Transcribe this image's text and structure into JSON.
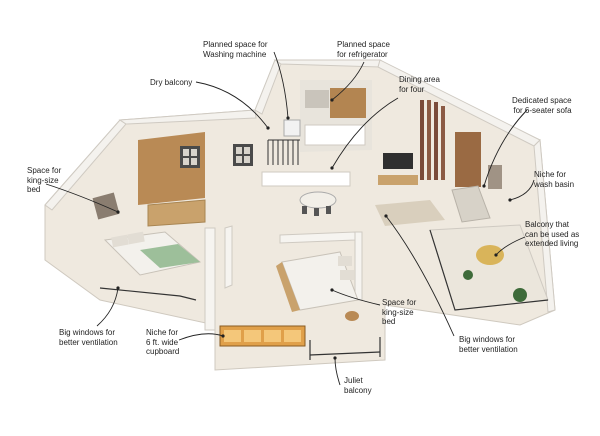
{
  "annotations": {
    "washing_machine": [
      "Planned space for",
      "Washing machine"
    ],
    "refrigerator": [
      "Planned space",
      "for refrigerator"
    ],
    "dry_balcony": [
      "Dry balcony"
    ],
    "dining_area": [
      "Dining area",
      "for four"
    ],
    "sofa_space": [
      "Dedicated space",
      "for 6-seater sofa"
    ],
    "king_bed_left": [
      "Space for",
      "king-size",
      "bed"
    ],
    "wash_basin": [
      "Niche for",
      "wash basin"
    ],
    "balcony_living": [
      "Balcony that",
      "can be used as",
      "extended living"
    ],
    "windows_left": [
      "Big windows for",
      "better ventilation"
    ],
    "cupboard": [
      "Niche for",
      "6 ft. wide",
      "cupboard"
    ],
    "king_bed_center": [
      "Space for",
      "king-size",
      "bed"
    ],
    "windows_right": [
      "Big windows for",
      "better ventilation"
    ],
    "juliet_balcony": [
      "Juliet",
      "balcony"
    ]
  },
  "colors": {
    "floor": "#efe9df",
    "wall_top": "#f4f2ee",
    "wall_side": "#d9d5ce",
    "wood": "#b98a55",
    "rug": "#d9cfbd",
    "leader": "#222222"
  }
}
